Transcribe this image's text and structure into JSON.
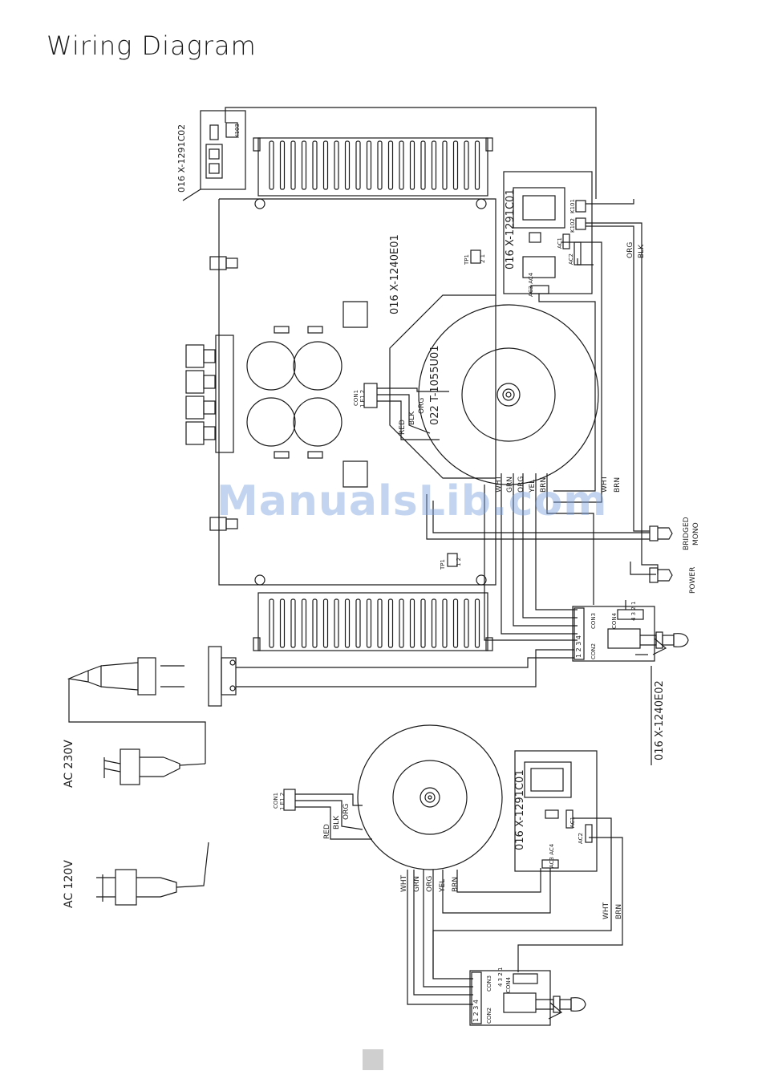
{
  "title": "Wiring Diagram",
  "watermark": "ManualsLib.com",
  "parts": {
    "aux_board": "016 X-1291C02",
    "aux_connector": "K103",
    "amp_board": "016 X-1240E01",
    "toroid_upper": "022 T-1055U01",
    "relay_board_upper": "016 X-1291C01",
    "relay_board_lower": "016 X-1291C01",
    "switch_board": "016 X-1240E02"
  },
  "connectors": {
    "con1": "CON1",
    "con1_pins": "1 E1 2",
    "con2": "CON2",
    "con3": "CON3",
    "con4": "CON4",
    "tp1": "TP1",
    "tp1_pins_a": "2 1",
    "tp1_pins_b": "1 2",
    "k101": "K101",
    "k102": "K102",
    "ac1": "AC1",
    "ac2": "AC2",
    "ac3_ac4": "AC3 AC4",
    "pins_1234": "1 2 3 4",
    "pins_4321": "4 3 2 1"
  },
  "wire_colors": {
    "red": "RED",
    "blk": "BLK",
    "org": "ORG",
    "wht": "WHT",
    "grn": "GRN",
    "yel": "YEL",
    "brn": "BRN"
  },
  "jacks": {
    "bridged": "BRIDGED",
    "mono": "MONO",
    "power": "POWER"
  },
  "power": {
    "ac230": "AC 230V",
    "ac120": "AC 120V"
  }
}
